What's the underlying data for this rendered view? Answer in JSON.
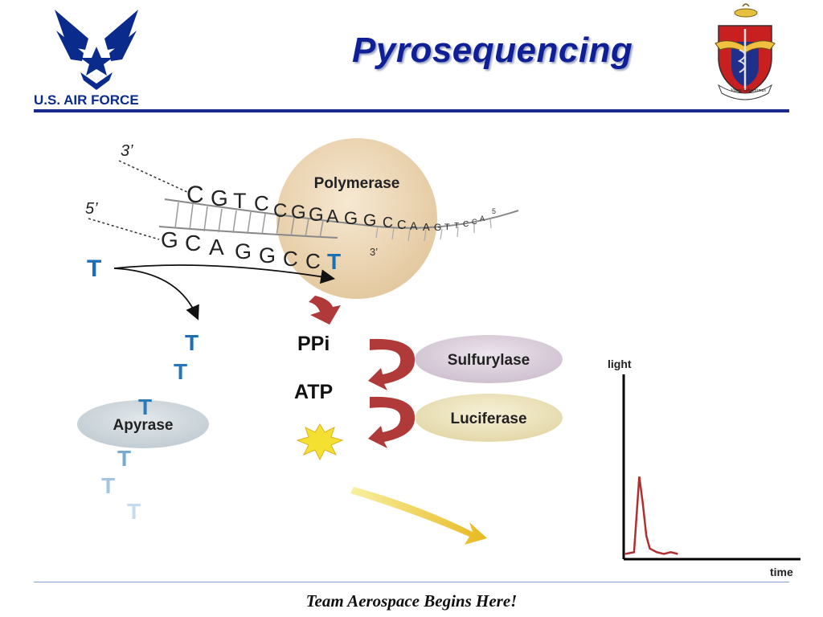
{
  "header": {
    "title": "Pyrosequencing",
    "logo_text": "U.S. AIR FORCE",
    "crest_motto": "Vitam Subvenimus"
  },
  "footer": {
    "slogan": "Team Aerospace Begins Here!"
  },
  "diagram": {
    "strand_3prime": "3’",
    "strand_5prime": "5’",
    "primer_3prime": "3’",
    "template_end": "5",
    "template_letters": [
      "C",
      "G",
      "T",
      "C",
      "C",
      "G",
      "G",
      "A",
      "G",
      "G",
      "C",
      "C",
      "A",
      "A",
      "G",
      "T",
      "T",
      "C",
      "C",
      "A"
    ],
    "synthesized_letters": [
      "G",
      "C",
      "A",
      "G",
      "G",
      "C",
      "C"
    ],
    "added_nucleotide": "T",
    "incoming_nucleotide": "T",
    "polymerase": "Polymerase",
    "ppi": "PPi",
    "atp": "ATP",
    "sulfurylase": "Sulfurylase",
    "luciferase": "Luciferase",
    "apyrase": "Apyrase",
    "degraded_nucleotides": [
      "T",
      "T",
      "T",
      "T",
      "T",
      "T"
    ]
  },
  "chart_data": {
    "type": "line",
    "xlabel": "time",
    "ylabel": "light",
    "description_values": {
      "x": [
        0,
        5,
        8,
        10,
        12,
        14,
        18,
        22,
        26,
        30
      ],
      "y": [
        0.02,
        0.03,
        0.45,
        0.3,
        0.12,
        0.05,
        0.03,
        0.02,
        0.03,
        0.02
      ]
    },
    "xlim": [
      0,
      100
    ],
    "ylim": [
      0,
      1
    ],
    "line_color": "#b03030"
  },
  "colors": {
    "title": "#0f1f96",
    "nucleotide_blue": "#1a6fb5",
    "arrow_red": "#b03a3a",
    "polymerase": "#ecd6b4",
    "sulfurylase": "#dcd0dc",
    "luciferase": "#eee6c4",
    "apyrase": "#d0d8dc"
  }
}
